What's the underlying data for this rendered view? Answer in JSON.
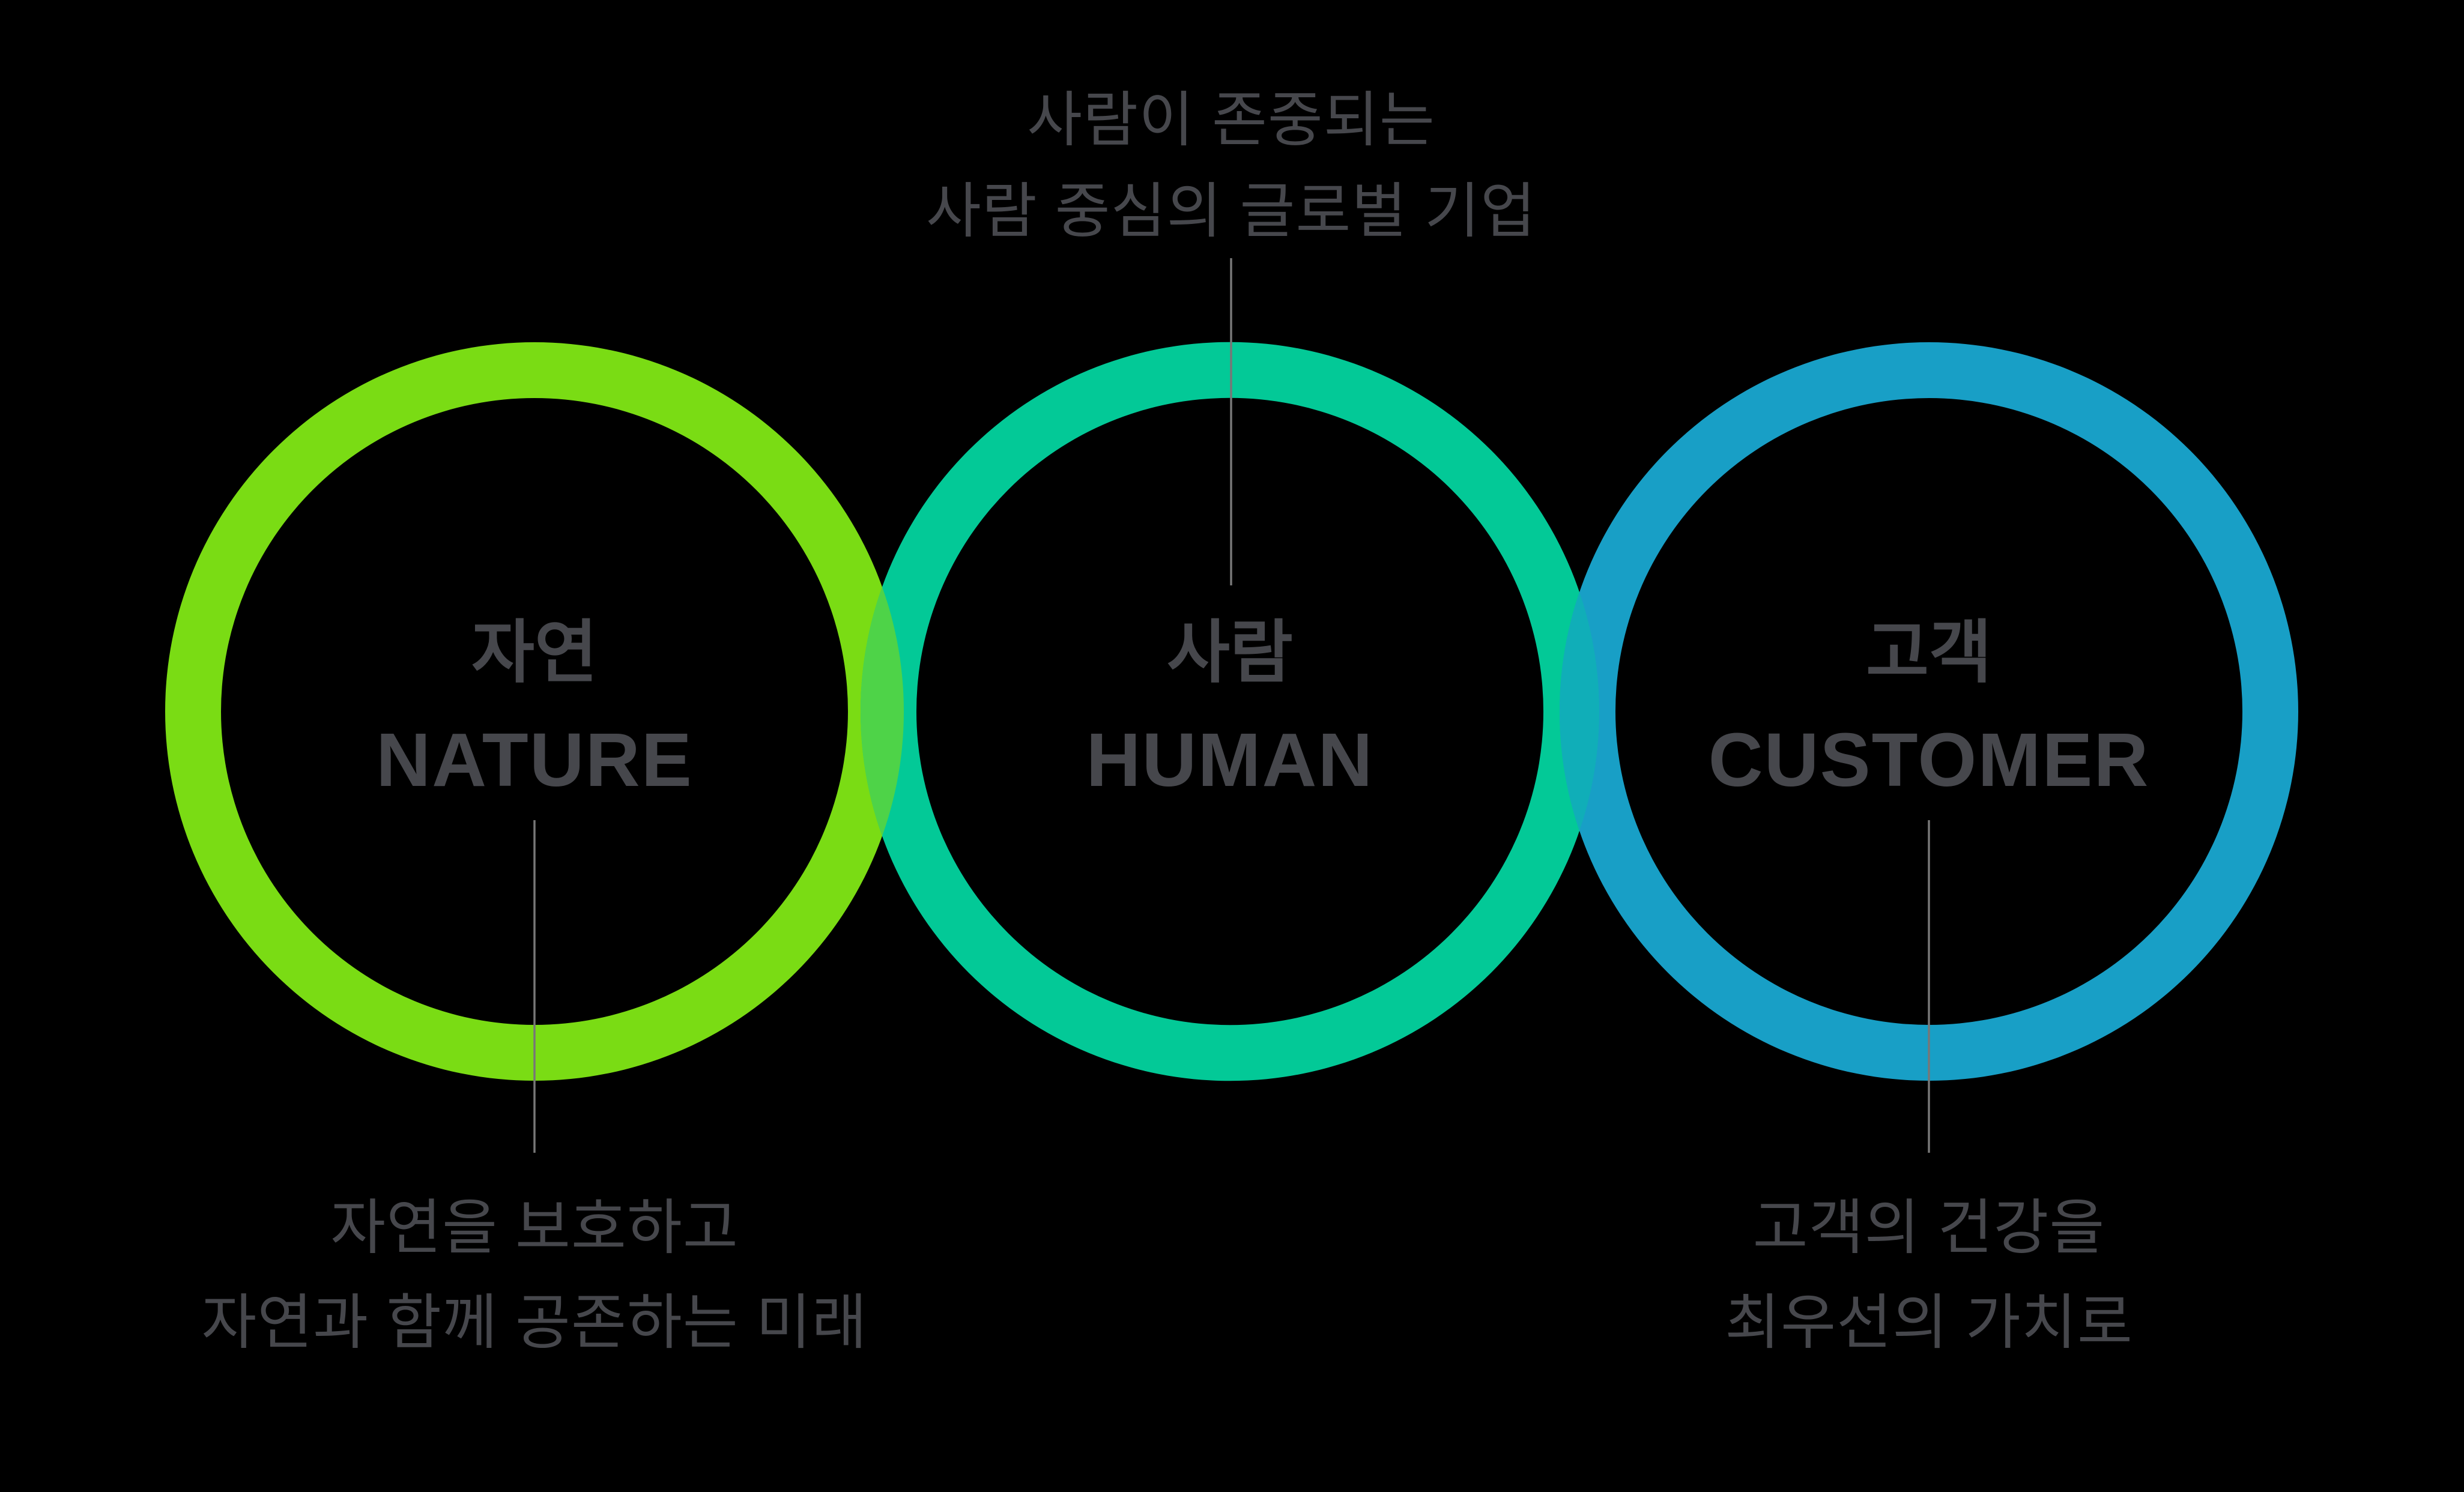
{
  "colors": {
    "background": "#000000",
    "text": "#46474C",
    "connector": "#777777",
    "nature_ring": "#7ADC14",
    "human_ring": "#03C997",
    "customer_ring": "#189FC6",
    "nature_human_overlap": "#4ED348",
    "human_customer_overlap": "#10AEB8"
  },
  "top_annotation": {
    "line1": "사람이 존중되는",
    "line2": "사람 중심의 글로벌 기업"
  },
  "circles": [
    {
      "ko": "자연",
      "en": "NATURE"
    },
    {
      "ko": "사람",
      "en": "HUMAN"
    },
    {
      "ko": "고객",
      "en": "CUSTOMER"
    }
  ],
  "bottom_annotations": {
    "nature": {
      "line1": "자연을 보호하고",
      "line2": "자연과 함께 공존하는 미래"
    },
    "customer": {
      "line1": "고객의 건강을",
      "line2": "최우선의 가치로"
    }
  }
}
